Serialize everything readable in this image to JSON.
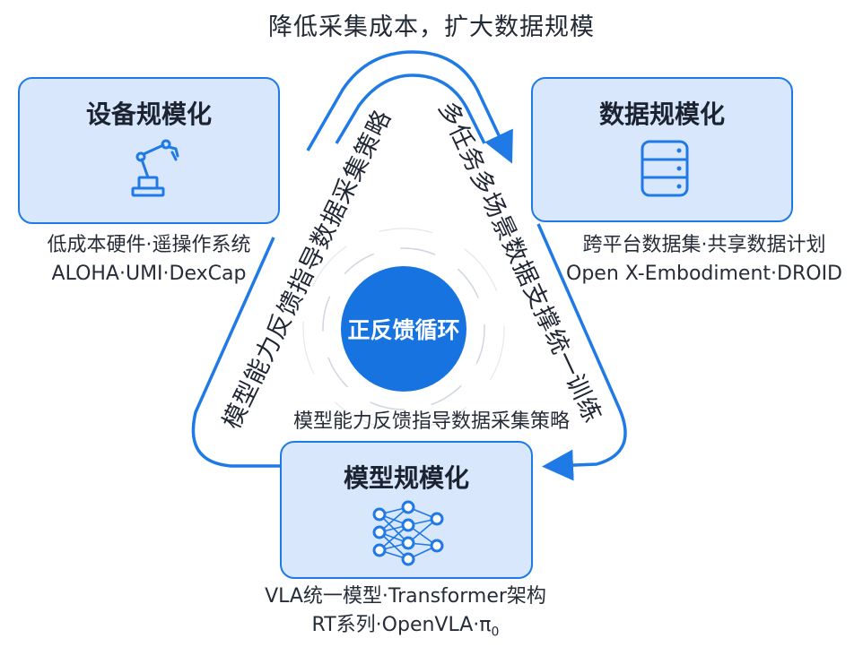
{
  "top_caption": "降低采集成本，扩大数据规模",
  "center_label": "正反馈循环",
  "inner_label": "模型能力反馈指导数据采集策略",
  "left_arc_label": "模型能力反馈指导数据采集策略",
  "right_arc_label": "多任务多场景数据支撑统一训练",
  "boxes": {
    "device": {
      "title": "设备规模化",
      "icon": "robot-arm-icon",
      "caption_line1": "低成本硬件·遥操作系统",
      "caption_line2": "ALOHA·UMI·DexCap"
    },
    "data": {
      "title": "数据规模化",
      "icon": "database-icon",
      "caption_line1": "跨平台数据集·共享数据计划",
      "caption_line2": "Open X-Embodiment·DROID"
    },
    "model": {
      "title": "模型规模化",
      "icon": "neural-network-icon",
      "caption_line1": "VLA统一模型·Transformer架构",
      "caption_line2_prefix": "RT系列·OpenVLA·π",
      "caption_line2_sub": "0"
    }
  },
  "colors": {
    "accent": "#1f7ae6",
    "box_fill": "#d8e7fb",
    "circle_fill": "#1673e0"
  }
}
